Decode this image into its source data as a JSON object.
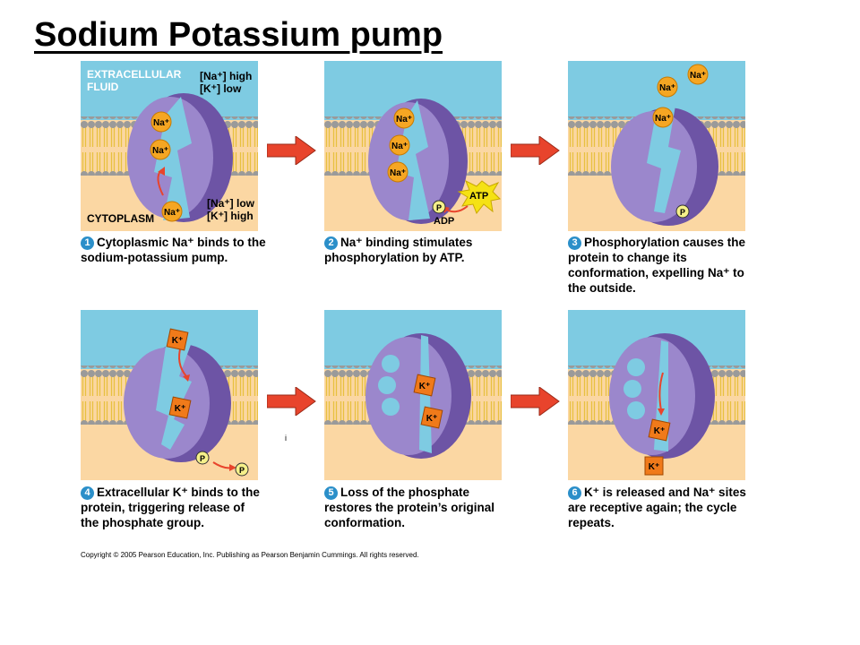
{
  "title": "Sodium Potassium pump",
  "labels": {
    "extracellular": [
      "EXTRACELLULAR",
      "FLUID"
    ],
    "na_high": "[Na⁺] high",
    "k_low": "[K⁺] low",
    "cytoplasm": "CYTOPLASM",
    "na_low": "[Na⁺] low",
    "k_high": "[K⁺] high",
    "atp": "ATP",
    "adp": "ADP",
    "phosphate": "P",
    "na_ion": "Na⁺",
    "k_ion": "K⁺"
  },
  "steps": [
    {
      "number": "1",
      "caption": "Cytoplasmic Na⁺ binds to the sodium-potassium pump."
    },
    {
      "number": "2",
      "caption": "Na⁺ binding stimulates phosphorylation by ATP."
    },
    {
      "number": "3",
      "caption": "Phosphorylation causes the protein to change its conformation, expelling Na⁺ to the outside."
    },
    {
      "number": "4",
      "caption": "Extracellular K⁺ binds to the protein, triggering release of the phosphate group."
    },
    {
      "number": "5",
      "caption": "Loss of the phosphate restores the protein’s original conformation."
    },
    {
      "number": "6",
      "caption": "K⁺ is released and Na⁺ sites are receptive again; the cycle repeats."
    }
  ],
  "stray_mark": "i",
  "copyright": "Copyright ©  2005 Pearson Education, Inc. Publishing as Pearson Benjamin Cummings. All rights reserved.",
  "colors": {
    "extracellular": "#7ecbe2",
    "cytoplasm": "#fbd7a3",
    "lipid_head": "#9a9a9a",
    "lipid_tail": "#e8c040",
    "protein": "#7b62ad",
    "na_ion": "#f5a623",
    "k_ion": "#f07a1a",
    "atp_burst": "#f5e214",
    "step_arrow": "#e8442c",
    "step_number": "#2b8fc9"
  }
}
